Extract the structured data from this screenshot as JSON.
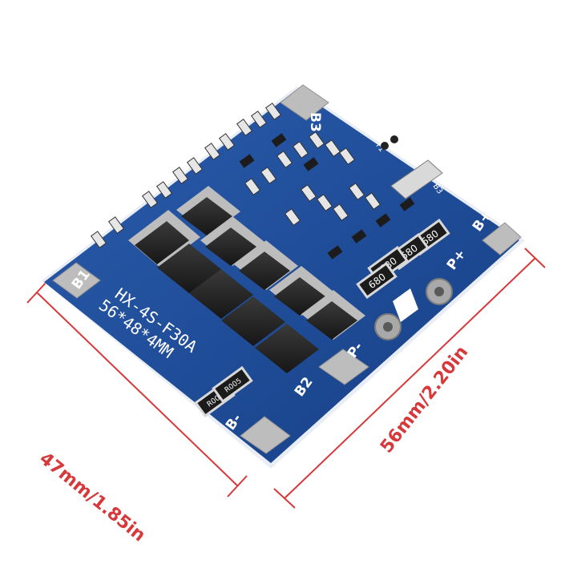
{
  "photo": {
    "board_silkscreen_line1": "HX-4S-F30A",
    "board_silkscreen_line2": "56*48*4MM",
    "pad_labels": {
      "b3": "B3",
      "b1": "B1",
      "b2": "B2",
      "b_minus": "B-",
      "p_minus": "P-",
      "p_plus": "P+",
      "b_plus": "B+"
    },
    "resistor_codes": [
      "680",
      "680",
      "680",
      "680"
    ],
    "shunt_codes": [
      "R005",
      "R005"
    ],
    "small_labels": [
      "T1",
      "T2",
      "B3",
      "B4"
    ],
    "dimension_width": "47mm/1.85in",
    "dimension_length": "56mm/2.20in",
    "colors": {
      "board": "#1e4b96",
      "board_dark": "#143a7d",
      "pad": "#b8b8b8",
      "dimension": "#d7383a",
      "component": "#232323"
    }
  }
}
